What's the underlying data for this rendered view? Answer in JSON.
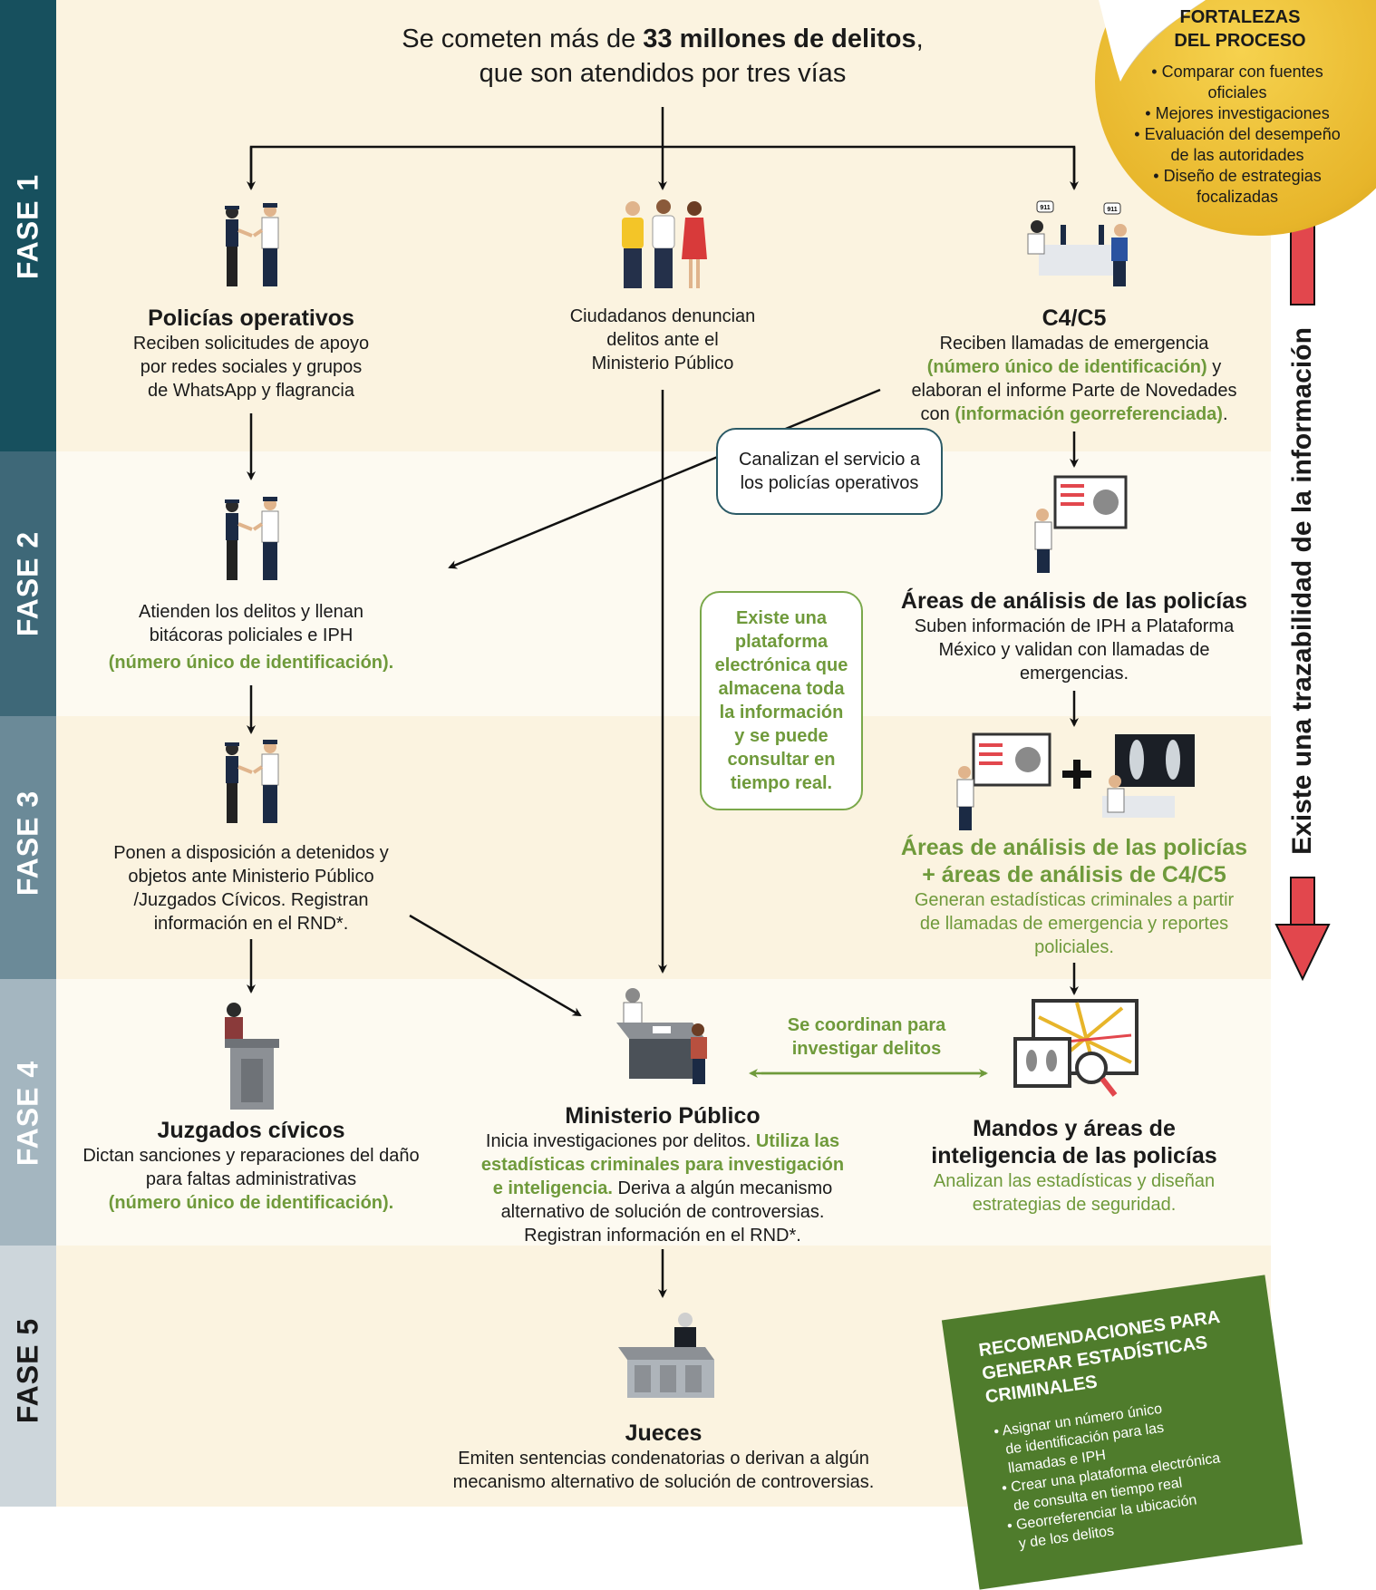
{
  "phases": [
    "FASE 1",
    "FASE 2",
    "FASE 3",
    "FASE 4",
    "FASE 5"
  ],
  "headline": {
    "line1_pre": "Se cometen más de ",
    "line1_bold": "33 millones de delitos",
    "line1_post": ",",
    "line2": "que son atendidos por tres vías"
  },
  "badge": {
    "title1": "FORTALEZAS",
    "title2": "DEL PROCESO",
    "items": [
      "• Comparar con fuentes",
      "oficiales",
      "• Mejores investigaciones",
      "• Evaluación del desempeño",
      "de las autoridades",
      "• Diseño de estrategias",
      "focalizadas"
    ]
  },
  "traceability": "Existe una trazabilidad de la información",
  "fase1": {
    "police": {
      "title": "Policías operativos",
      "lines": [
        "Reciben solicitudes de apoyo",
        "por redes sociales y grupos",
        "de WhatsApp y flagrancia"
      ]
    },
    "citizens": {
      "lines": [
        "Ciudadanos denuncian",
        "delitos ante el",
        "Ministerio Público"
      ]
    },
    "c4": {
      "title": "C4/C5",
      "line1": "Reciben llamadas de emergencia",
      "line2_green": "(número único de identificación)",
      "line2_post": " y",
      "line3": "elaboran el informe Parte de Novedades",
      "line4_pre": "con ",
      "line4_green": "(información georreferenciada)",
      "line4_post": "."
    },
    "icon_911": "911"
  },
  "canalizan": {
    "lines": [
      "Canalizan el servicio a",
      "los policías operativos"
    ]
  },
  "fase2": {
    "police": {
      "lines": [
        "Atienden los delitos y llenan",
        "bitácoras policiales e IPH"
      ],
      "green": "(número único de identificación)."
    },
    "analysis": {
      "title": "Áreas de análisis de las policías",
      "lines": [
        "Suben información de IPH a Plataforma",
        "México y validan con llamadas de",
        "emergencias."
      ]
    }
  },
  "platform": {
    "lines": [
      "Existe una",
      "plataforma",
      "electrónica que",
      "almacena toda",
      "la información",
      "y se puede",
      "consultar en",
      "tiempo real."
    ]
  },
  "fase3": {
    "police": {
      "lines": [
        "Ponen a disposición a detenidos y",
        "objetos ante Ministerio Público",
        "/Juzgados Cívicos. Registran",
        "información en el RND*."
      ]
    },
    "analysis": {
      "title1": "Áreas de análisis de las policías",
      "title2": "+ áreas de análisis de C4/C5",
      "lines": [
        "Generan estadísticas criminales a partir",
        "de llamadas de emergencia y reportes",
        "policiales."
      ]
    }
  },
  "fase4": {
    "juzgados": {
      "title": "Juzgados cívicos",
      "lines": [
        "Dictan sanciones y reparaciones del daño",
        "para faltas administrativas"
      ],
      "green": "(número único de identificación)."
    },
    "mp": {
      "title": "Ministerio Público",
      "l1_pre": "Inicia investigaciones por delitos. ",
      "l1_green": "Utiliza las",
      "l2_green": "estadísticas criminales para investigación",
      "l3_green": "e inteligencia.",
      "l3_post": " Deriva a algún mecanismo",
      "l4": "alternativo de solución de controversias.",
      "l5": "Registran información en el RND*."
    },
    "coord": {
      "lines": [
        "Se coordinan para",
        "investigar delitos"
      ]
    },
    "mandos": {
      "title1": "Mandos y áreas de",
      "title2": "inteligencia de las policías",
      "lines": [
        "Analizan las estadísticas y diseñan",
        "estrategias de seguridad."
      ]
    }
  },
  "fase5": {
    "jueces": {
      "title": "Jueces",
      "lines": [
        "Emiten sentencias condenatorias o derivan a algún",
        "mecanismo alternativo de solución de controversias."
      ]
    }
  },
  "recommendations": {
    "title": [
      "RECOMENDACIONES PARA",
      "GENERAR ESTADÍSTICAS",
      "CRIMINALES"
    ],
    "items": [
      "• Asignar un número único",
      "de identificación para las",
      "llamadas e IPH",
      "• Crear una plataforma electrónica",
      "de consulta en tiempo real",
      "• Georreferenciar la ubicación",
      "y de los delitos"
    ]
  },
  "colors": {
    "fase1": "#17505e",
    "fase2": "#3e6878",
    "fase3": "#6b8a98",
    "fase4": "#a4b6c0",
    "fase5": "#cdd6db",
    "band1": "#fbf3e0",
    "band2": "#fdfaf1",
    "accent_green": "#6f9a3b",
    "badge": "#e8b82c",
    "arrow_red": "#e2474d"
  }
}
